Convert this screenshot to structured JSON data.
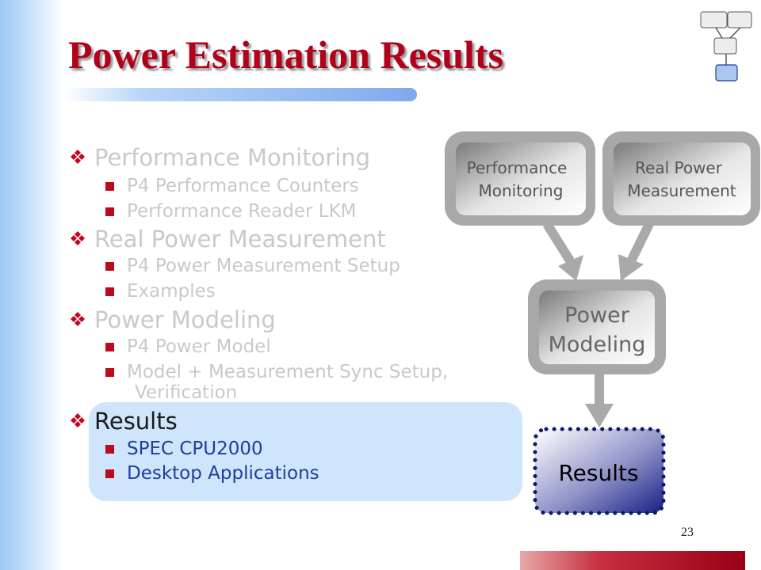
{
  "title": "Power Estimation Results",
  "outline": [
    {
      "label": "Performance Monitoring",
      "active": false,
      "items": [
        "P4 Performance Counters",
        "Performance Reader LKM"
      ]
    },
    {
      "label": "Real Power Measurement",
      "active": false,
      "items": [
        "P4 Power Measurement Setup",
        "Examples"
      ]
    },
    {
      "label": "Power Modeling",
      "active": false,
      "items": [
        "P4 Power Model",
        "Model + Measurement Sync Setup,"
      ],
      "continuation": "Verification"
    },
    {
      "label": "Results",
      "active": true,
      "items": [
        "SPEC CPU2000",
        "Desktop Applications"
      ]
    }
  ],
  "diagram": {
    "perf_line1": "Performance",
    "perf_line2": "Monitoring",
    "power_line1": "Real Power",
    "power_line2": "Measurement",
    "model_line1": "Power",
    "model_line2": "Modeling",
    "results": "Results"
  },
  "slide_number": "23",
  "colors": {
    "title": "#b0001a",
    "bullet_mark": "#bd0a1e",
    "inactive_text": "#c9c9c9",
    "active_sub_text": "#1f3d9b",
    "highlight": "#cfe5fb",
    "results_border": "#0f1966"
  },
  "icons": {
    "level1_bullet": "diamond-cluster-icon",
    "level2_bullet": "square-bullet-icon"
  }
}
